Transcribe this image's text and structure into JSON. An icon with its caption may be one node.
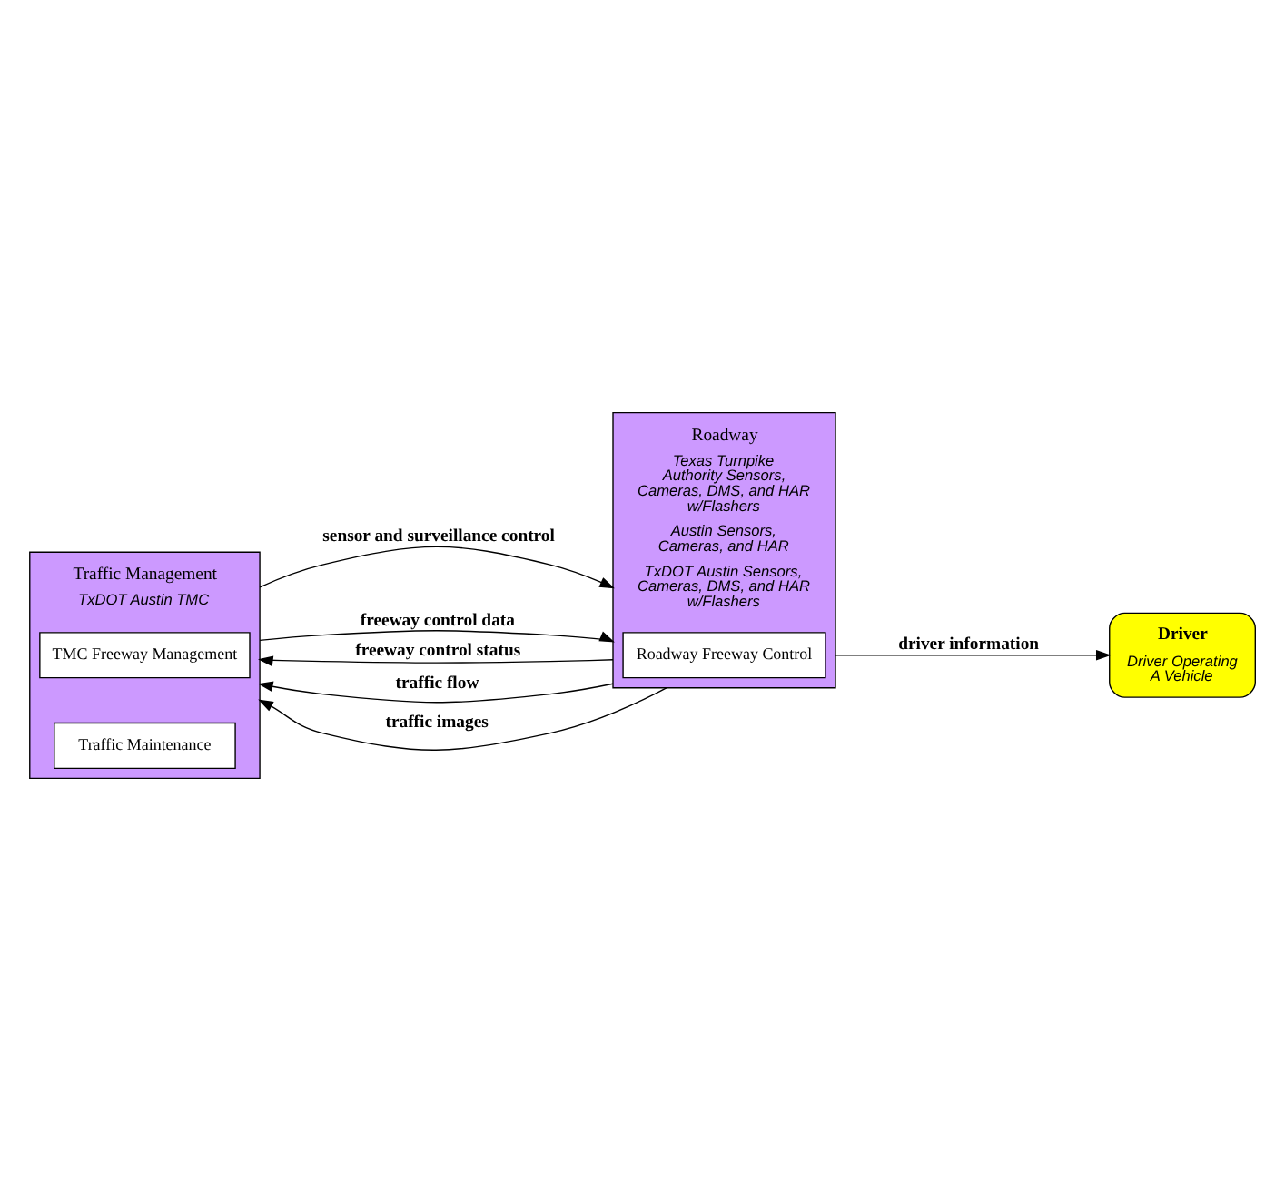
{
  "diagram": {
    "nodes": [
      {
        "text": [
          "Traffic Management",
          "TxDOT Austin TMC"
        ]
      },
      {
        "text": [
          "TMC Freeway Management"
        ],
        "in": 0
      },
      {
        "text": [
          "Traffic Maintenance"
        ],
        "in": 0
      },
      {
        "text": [
          "Roadway",
          "Texas Turnpike Authority Sensors, Cameras, DMS, and HAR w/Flashers",
          "Austin Sensors, Cameras, and HAR",
          "TxDOT Austin Sensors, Cameras, DMS, and HAR w/Flashers"
        ]
      },
      {
        "text": [
          "Roadway Freeway Control"
        ],
        "in": 3
      },
      {
        "text": [
          "Driver",
          "Driver Operating A Vehicle"
        ]
      }
    ],
    "edges": [
      {
        "from": 0,
        "to": 3,
        "arrow": "to",
        "label": "sensor and surveillance control"
      },
      {
        "from": 0,
        "to": 3,
        "arrow": "to",
        "label": "freeway control data"
      },
      {
        "from": 3,
        "to": 0,
        "arrow": "to",
        "label": "freeway control status"
      },
      {
        "from": 3,
        "to": 0,
        "arrow": "to",
        "label": "traffic flow"
      },
      {
        "from": 3,
        "to": 0,
        "arrow": "to",
        "label": "traffic images"
      },
      {
        "from": 3,
        "to": 5,
        "arrow": "to",
        "label": "driver information"
      }
    ]
  }
}
